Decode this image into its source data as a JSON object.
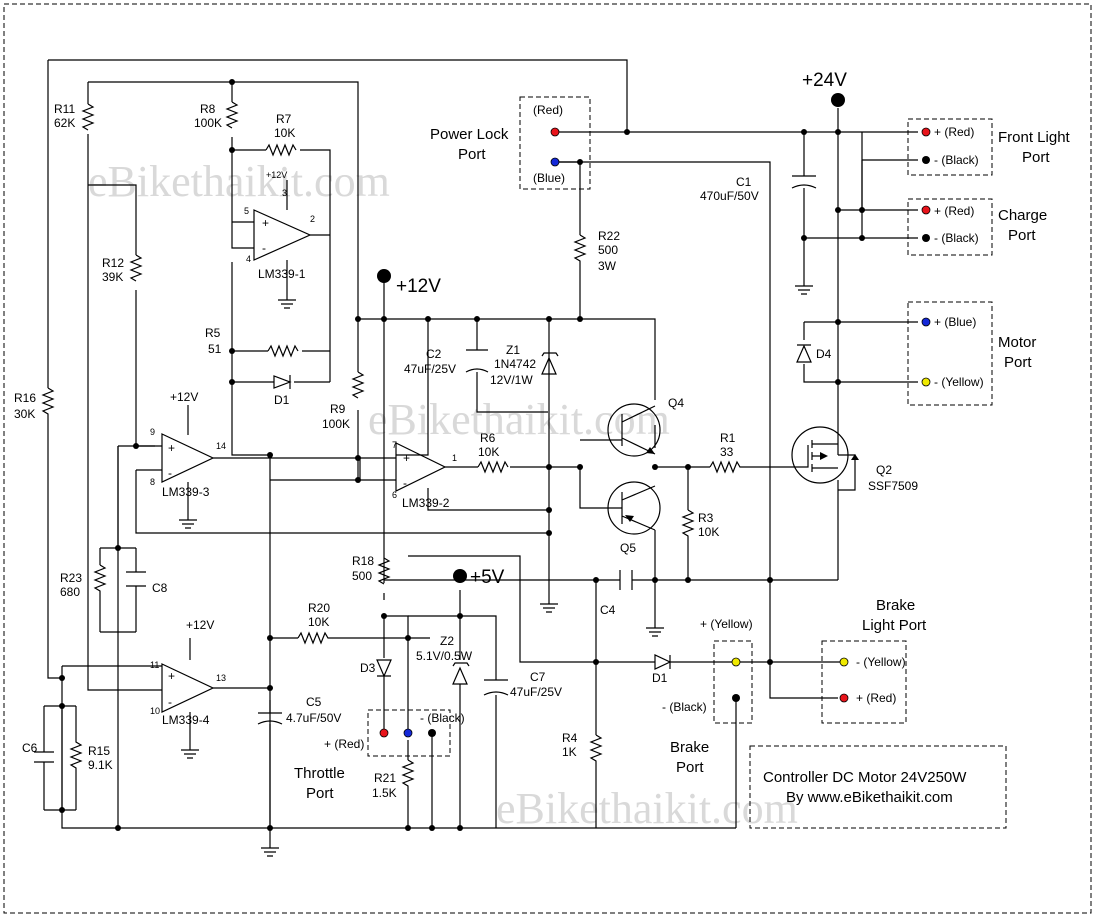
{
  "title": {
    "line1": "Controller  DC Motor 24V250W",
    "line2": "By www.eBikethaikit.com"
  },
  "watermark": "eBikethaikit.com",
  "rails": {
    "v24": "+24V",
    "v12": "+12V",
    "v5": "+5V",
    "v12_small": "+12V"
  },
  "ports": {
    "power_lock": {
      "name1": "Power Lock",
      "name2": "Port",
      "pin_pos": "(Red)",
      "pin_neg": "(Blue)"
    },
    "front_light": {
      "name1": "Front Light",
      "name2": "Port",
      "pin_pos": "+ (Red)",
      "pin_neg": "- (Black)"
    },
    "charge": {
      "name1": "Charge",
      "name2": "Port",
      "pin_pos": "+ (Red)",
      "pin_neg": "- (Black)"
    },
    "motor": {
      "name1": "Motor",
      "name2": "Port",
      "pin_pos": "+ (Blue)",
      "pin_neg": "- (Yellow)"
    },
    "brake_light": {
      "name1": "Brake",
      "name2": "Light Port",
      "pin_pos": "+ (Red)",
      "pin_neg": "- (Yellow)"
    },
    "brake": {
      "name1": "Brake",
      "name2": "Port",
      "pin_pos": "+ (Yellow)",
      "pin_neg": "- (Black)"
    },
    "throttle": {
      "name1": "Throttle",
      "name2": "Port",
      "pin_pos": "+ (Red)",
      "pin_neg": "- (Black)"
    }
  },
  "components": {
    "R11": {
      "ref": "R11",
      "val": "62K"
    },
    "R8": {
      "ref": "R8",
      "val": "100K"
    },
    "R7": {
      "ref": "R7",
      "val": "10K"
    },
    "R12": {
      "ref": "R12",
      "val": "39K"
    },
    "R5": {
      "ref": "R5",
      "val": "51"
    },
    "R9": {
      "ref": "R9",
      "val": "100K"
    },
    "R16": {
      "ref": "R16",
      "val": "30K"
    },
    "R6": {
      "ref": "R6",
      "val": "10K"
    },
    "R1": {
      "ref": "R1",
      "val": "33"
    },
    "R3": {
      "ref": "R3",
      "val": "10K"
    },
    "R22": {
      "ref": "R22",
      "val": "500",
      "rating": "3W"
    },
    "R23": {
      "ref": "R23",
      "val": "680"
    },
    "R18": {
      "ref": "R18",
      "val": "500"
    },
    "R20": {
      "ref": "R20",
      "val": "10K"
    },
    "R4": {
      "ref": "R4",
      "val": "1K"
    },
    "R15": {
      "ref": "R15",
      "val": "9.1K"
    },
    "R21": {
      "ref": "R21",
      "val": "1.5K"
    },
    "C1": {
      "ref": "C1",
      "val": "470uF/50V"
    },
    "C2": {
      "ref": "C2",
      "val": "47uF/25V"
    },
    "C4": {
      "ref": "C4"
    },
    "C5": {
      "ref": "C5",
      "val": "4.7uF/50V"
    },
    "C6": {
      "ref": "C6"
    },
    "C7": {
      "ref": "C7",
      "val": "47uF/25V"
    },
    "C8": {
      "ref": "C8"
    },
    "Z1": {
      "ref": "Z1",
      "val": "1N4742",
      "rating": "12V/1W"
    },
    "Z2": {
      "ref": "Z2",
      "val": "5.1V/0.5W"
    },
    "D1a": {
      "ref": "D1"
    },
    "D1b": {
      "ref": "D1"
    },
    "D3": {
      "ref": "D3"
    },
    "D4": {
      "ref": "D4"
    },
    "Q2": {
      "ref": "Q2",
      "val": "SSF7509"
    },
    "Q4": {
      "ref": "Q4"
    },
    "Q5": {
      "ref": "Q5"
    }
  },
  "opamps": {
    "u1": {
      "ref": "LM339-1",
      "pin_p": "5",
      "pin_n": "4",
      "pin_out": "2",
      "pin_v": "3",
      "supply": "+12V"
    },
    "u2": {
      "ref": "LM339-2",
      "pin_p": "7",
      "pin_n": "6",
      "pin_out": "1"
    },
    "u3": {
      "ref": "LM339-3",
      "pin_p": "9",
      "pin_n": "8",
      "pin_out": "14",
      "supply": "+12V"
    },
    "u4": {
      "ref": "LM339-4",
      "pin_p": "11",
      "pin_n": "10",
      "pin_out": "13",
      "supply": "+12V"
    }
  },
  "colors": {
    "red": "#e8141b",
    "blue": "#1428d8",
    "yellow": "#f0ea00",
    "black": "#000000",
    "watermark": "#d9d9d9"
  }
}
